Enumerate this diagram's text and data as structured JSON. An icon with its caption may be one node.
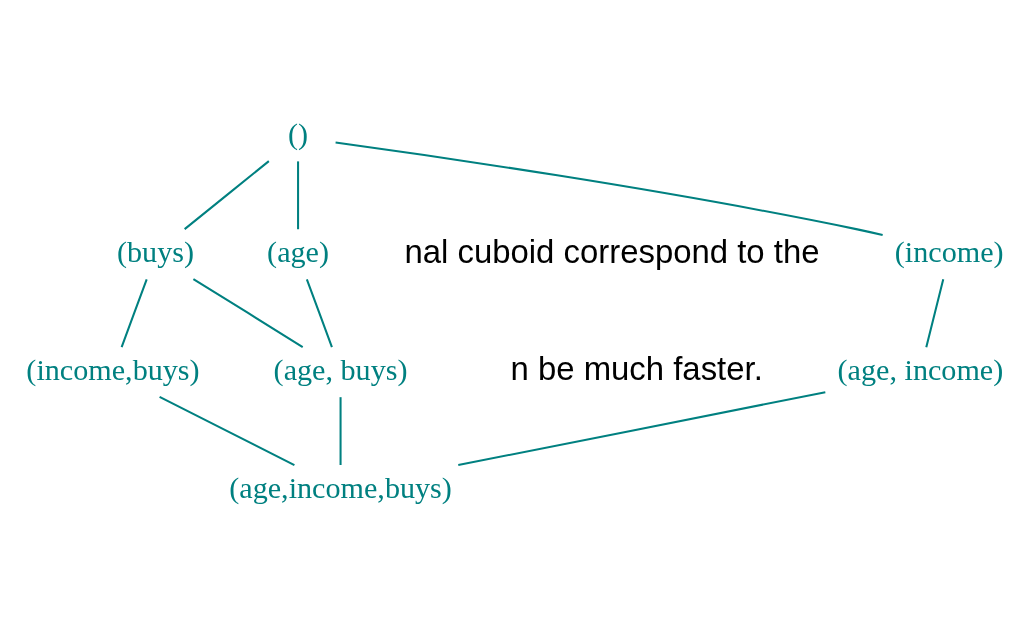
{
  "diagram": {
    "nodes": [
      {
        "text": [
          "()"
        ]
      },
      {
        "text": [
          "(age)"
        ]
      },
      {
        "text": [
          "(income)"
        ]
      },
      {
        "text": [
          "(buys)"
        ]
      },
      {
        "text": [
          "(age, income)"
        ]
      },
      {
        "text": [
          "(age, buys)"
        ]
      },
      {
        "text": [
          "(income,buys)"
        ]
      },
      {
        "text": [
          "(age,income,buys)"
        ]
      }
    ],
    "edges": [
      {
        "from": 0,
        "to": 1,
        "arrow": "none"
      },
      {
        "from": 0,
        "to": 2,
        "arrow": "none"
      },
      {
        "from": 0,
        "to": 3,
        "arrow": "none"
      },
      {
        "from": 1,
        "to": 5,
        "arrow": "none"
      },
      {
        "from": 2,
        "to": 4,
        "arrow": "none"
      },
      {
        "from": 3,
        "to": 5,
        "arrow": "none"
      },
      {
        "from": 3,
        "to": 6,
        "arrow": "none"
      },
      {
        "from": 4,
        "to": 7,
        "arrow": "none"
      },
      {
        "from": 5,
        "to": 7,
        "arrow": "none"
      },
      {
        "from": 6,
        "to": 7,
        "arrow": "none"
      }
    ],
    "labels": [
      "nal cuboid correspond to the",
      "n be much faster."
    ]
  }
}
